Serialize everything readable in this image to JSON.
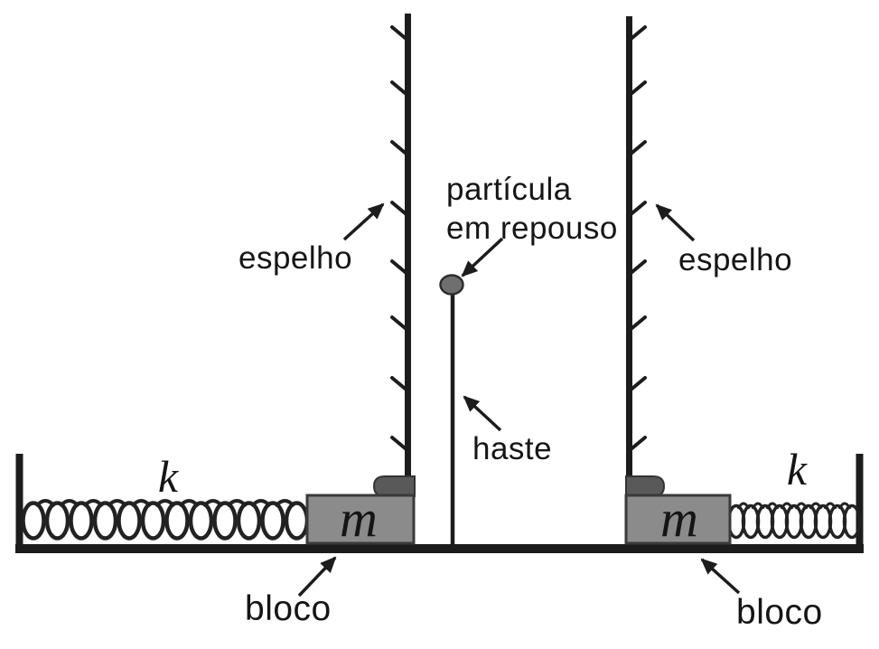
{
  "labels": {
    "mirror_left": "espelho",
    "mirror_right": "espelho",
    "particle_line1": "partícula",
    "particle_line2": "em repouso",
    "rod": "haste",
    "block_left": "bloco",
    "block_right": "bloco",
    "spring_left_k": "k",
    "spring_right_k": "k",
    "mass_left": "m",
    "mass_right": "m"
  },
  "colors": {
    "line": "#1c1c1c",
    "block_fill": "#8b8b8b",
    "block_border": "#3a3a3a",
    "pad_fill": "#595959",
    "particle_fill": "#6f6f6f"
  }
}
